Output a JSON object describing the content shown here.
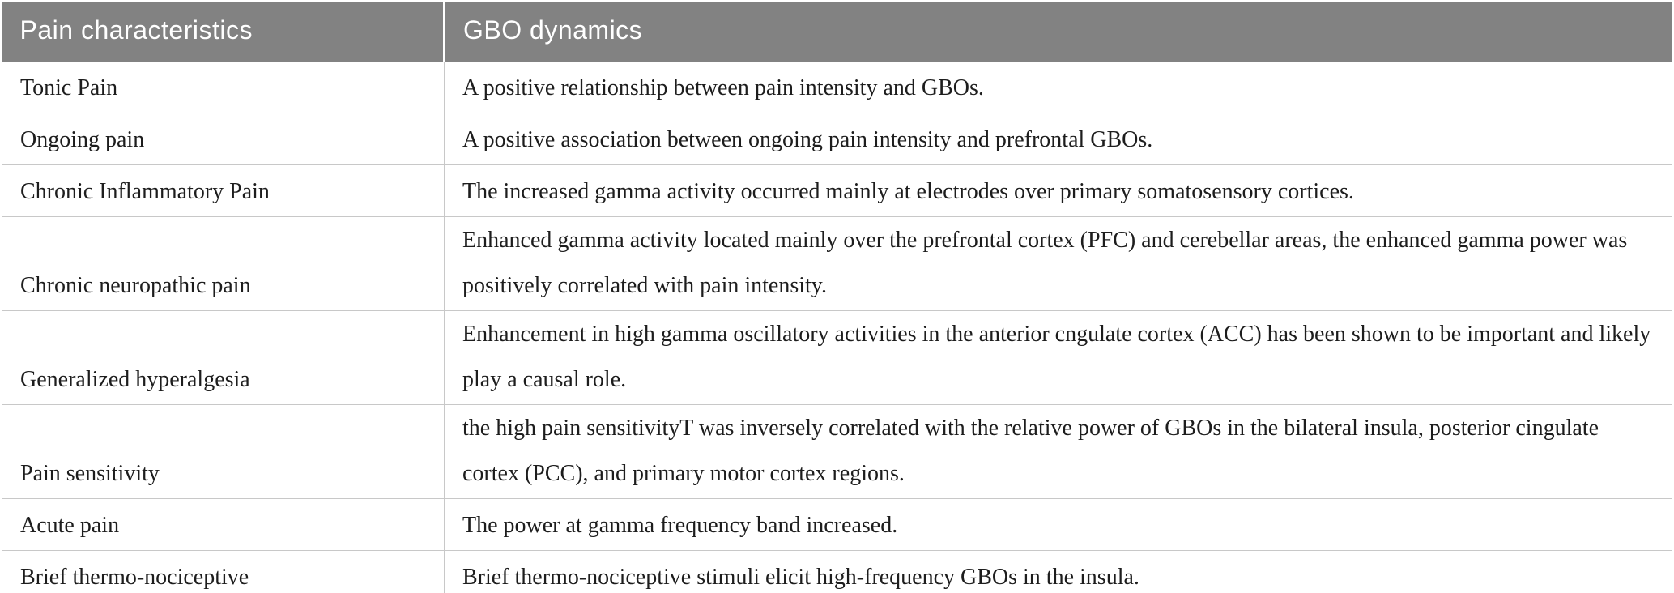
{
  "table": {
    "columns": [
      {
        "label": "Pain characteristics"
      },
      {
        "label": "GBO dynamics"
      }
    ],
    "rows": [
      {
        "characteristic": "Tonic Pain",
        "dynamics": "A positive relationship between pain intensity and GBOs."
      },
      {
        "characteristic": "Ongoing pain",
        "dynamics": "A positive association between ongoing pain intensity and prefrontal GBOs."
      },
      {
        "characteristic": "Chronic Inflammatory Pain",
        "dynamics": "The increased gamma activity occurred mainly at electrodes over primary somatosensory cortices."
      },
      {
        "characteristic": "Chronic neuropathic pain",
        "dynamics": "Enhanced gamma activity located mainly over the prefrontal cortex (PFC) and cerebellar areas, the enhanced gamma power was positively correlated with pain intensity."
      },
      {
        "characteristic": "Generalized hyperalgesia",
        "dynamics": "Enhancement in high gamma oscillatory activities in the anterior cngulate cortex (ACC) has been shown to be important and likely play a causal role."
      },
      {
        "characteristic": "Pain sensitivity",
        "dynamics": "the high pain sensitivityT was inversely correlated with the relative power of GBOs in the bilateral insula, posterior cingulate cortex (PCC), and primary motor cortex regions."
      },
      {
        "characteristic": "Acute pain",
        "dynamics": "The power at gamma frequency band increased."
      },
      {
        "characteristic": "Brief thermo-nociceptive",
        "dynamics": "Brief thermo-nociceptive stimuli elicit high-frequency GBOs in the insula."
      }
    ]
  },
  "colors": {
    "header_bg": "#828282",
    "header_text": "#ffffff",
    "body_text": "#1d1d1d",
    "grid_line": "#c8c8c8"
  }
}
